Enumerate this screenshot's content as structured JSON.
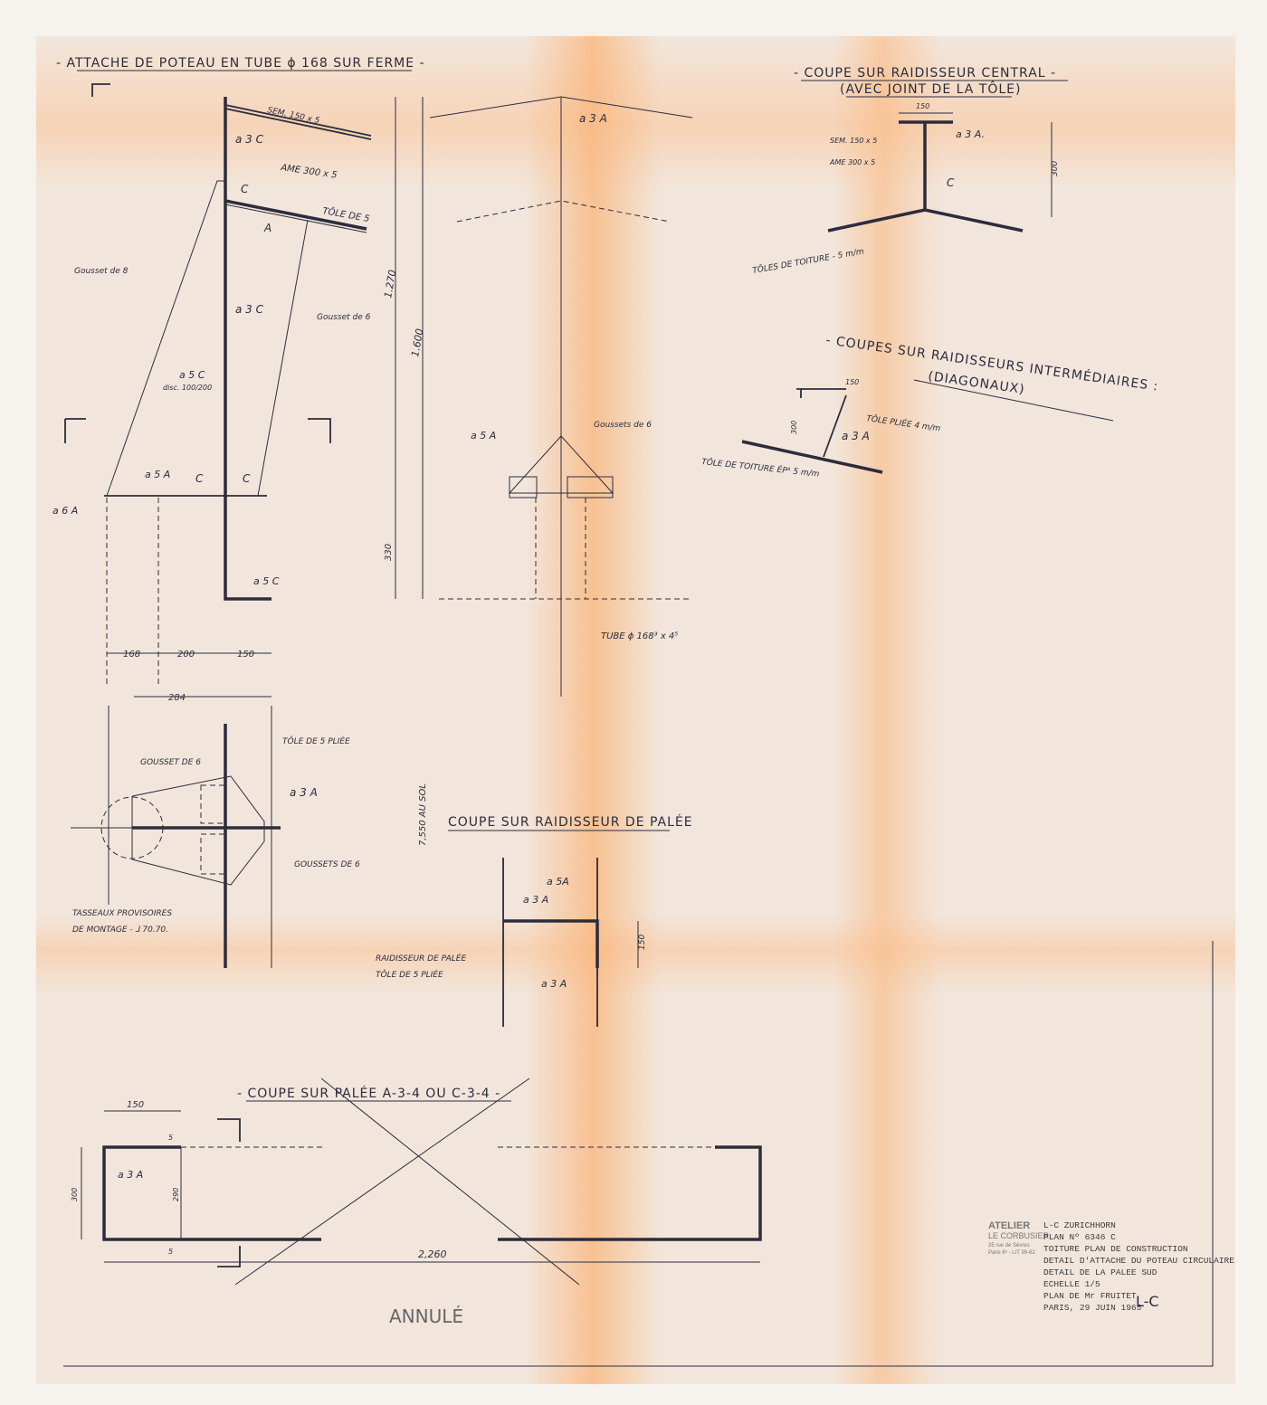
{
  "titles": {
    "attache": "- ATTACHE DE POTEAU EN TUBE ϕ 168 SUR FERME -",
    "central": "- COUPE SUR RAIDISSEUR CENTRAL -",
    "central_sub": "(AVEC JOINT DE LA TÔLE)",
    "intermediaires": "- COUPES SUR RAIDISSEURS INTERMÉDIAIRES :",
    "intermediaires_sub": "(DIAGONAUX)",
    "palee_raid": "COUPE SUR RAIDISSEUR DE PALÉE",
    "palee": "- COUPE SUR PALÉE A-3-4 OU C-3-4 -"
  },
  "labels": {
    "sem": "SEM. 150 x 5",
    "a3c_1": "a 3 C",
    "ame": "AME 300 x 5",
    "c1": "C",
    "tole5": "TÔLE DE 5",
    "a_weld": "A",
    "gousset8": "Gousset de 8",
    "a3c_2": "a 3 C",
    "gousset6": "Gousset de 6",
    "a5c": "a 5 C",
    "disc": "disc. 100/200",
    "c2": "C",
    "c3": "C",
    "a5a": "a 5 A",
    "a6a": "a 6 A",
    "a5c_2": "a 5 C",
    "d168": "168",
    "d200": "200",
    "d150": "150",
    "d284": "284",
    "d1270": "1.270",
    "d1600": "1.600",
    "d330": "330",
    "c_a3a": "a 3 A",
    "c_a5a": "a 5 A",
    "goussets6": "Goussets de 6",
    "tube": "TUBE ϕ 168³ x 4⁵",
    "tole5pliee": "TÔLE DE 5 PLIÉE",
    "goussetde6": "GOUSSET DE 6",
    "p_a3a": "a 3 A",
    "goussets6b": "GOUSSETS DE 6",
    "tasseaux": "TASSEAUX PROVISOIRES",
    "montage": "DE MONTAGE - ⅃ 70.70.",
    "d7550": "7,550 AU SOL",
    "r_a5a": "a 5A",
    "r_a3a": "a 3 A",
    "r_a3a2": "a 3 A",
    "r_d150": "150",
    "raid_palee": "RAIDISSEUR DE PALÉE",
    "tole5pliee2": "TÔLE DE 5 PLIÉE",
    "rc_150": "150",
    "rc_sem": "SEM. 150 x 5",
    "rc_a3a": "a 3 A.",
    "rc_ame": "AME 300 x 5",
    "rc_300": "300",
    "rc_c": "C",
    "toles_toiture": "TÔLES DE TOITURE - 5 m/m",
    "ri_150": "150",
    "ri_300": "300",
    "ri_tole": "TÔLE PLIÉE 4 m/m",
    "ri_a3a": "a 3 A",
    "ri_toiture": "TÔLE DE TOITURE ÉPᴬ 5 m/m",
    "b_150": "150",
    "b_a3a": "a 3 A",
    "b_300": "300",
    "b_290": "290",
    "b_5a": "5",
    "b_5b": "5",
    "b_2260": "2,260",
    "annule": "ANNULÉ"
  },
  "title_block": {
    "stamp": [
      "ATELIER",
      "LE CORBUSIER",
      "35 rue de Sèvres",
      "Paris 6ᵉ - LIT 99-62"
    ],
    "lines": [
      "L-C ZURICHHORN",
      "PLAN Nº 6346 C",
      "TOITURE PLAN DE CONSTRUCTION",
      "DETAIL D'ATTACHE DU POTEAU CIRCULAIRE",
      "DETAIL DE LA PALEE SUD",
      "ECHELLE 1/5",
      "PLAN DE Mr FRUITET",
      "PARIS, 29 JUIN 1965"
    ],
    "initials": "L-C"
  }
}
